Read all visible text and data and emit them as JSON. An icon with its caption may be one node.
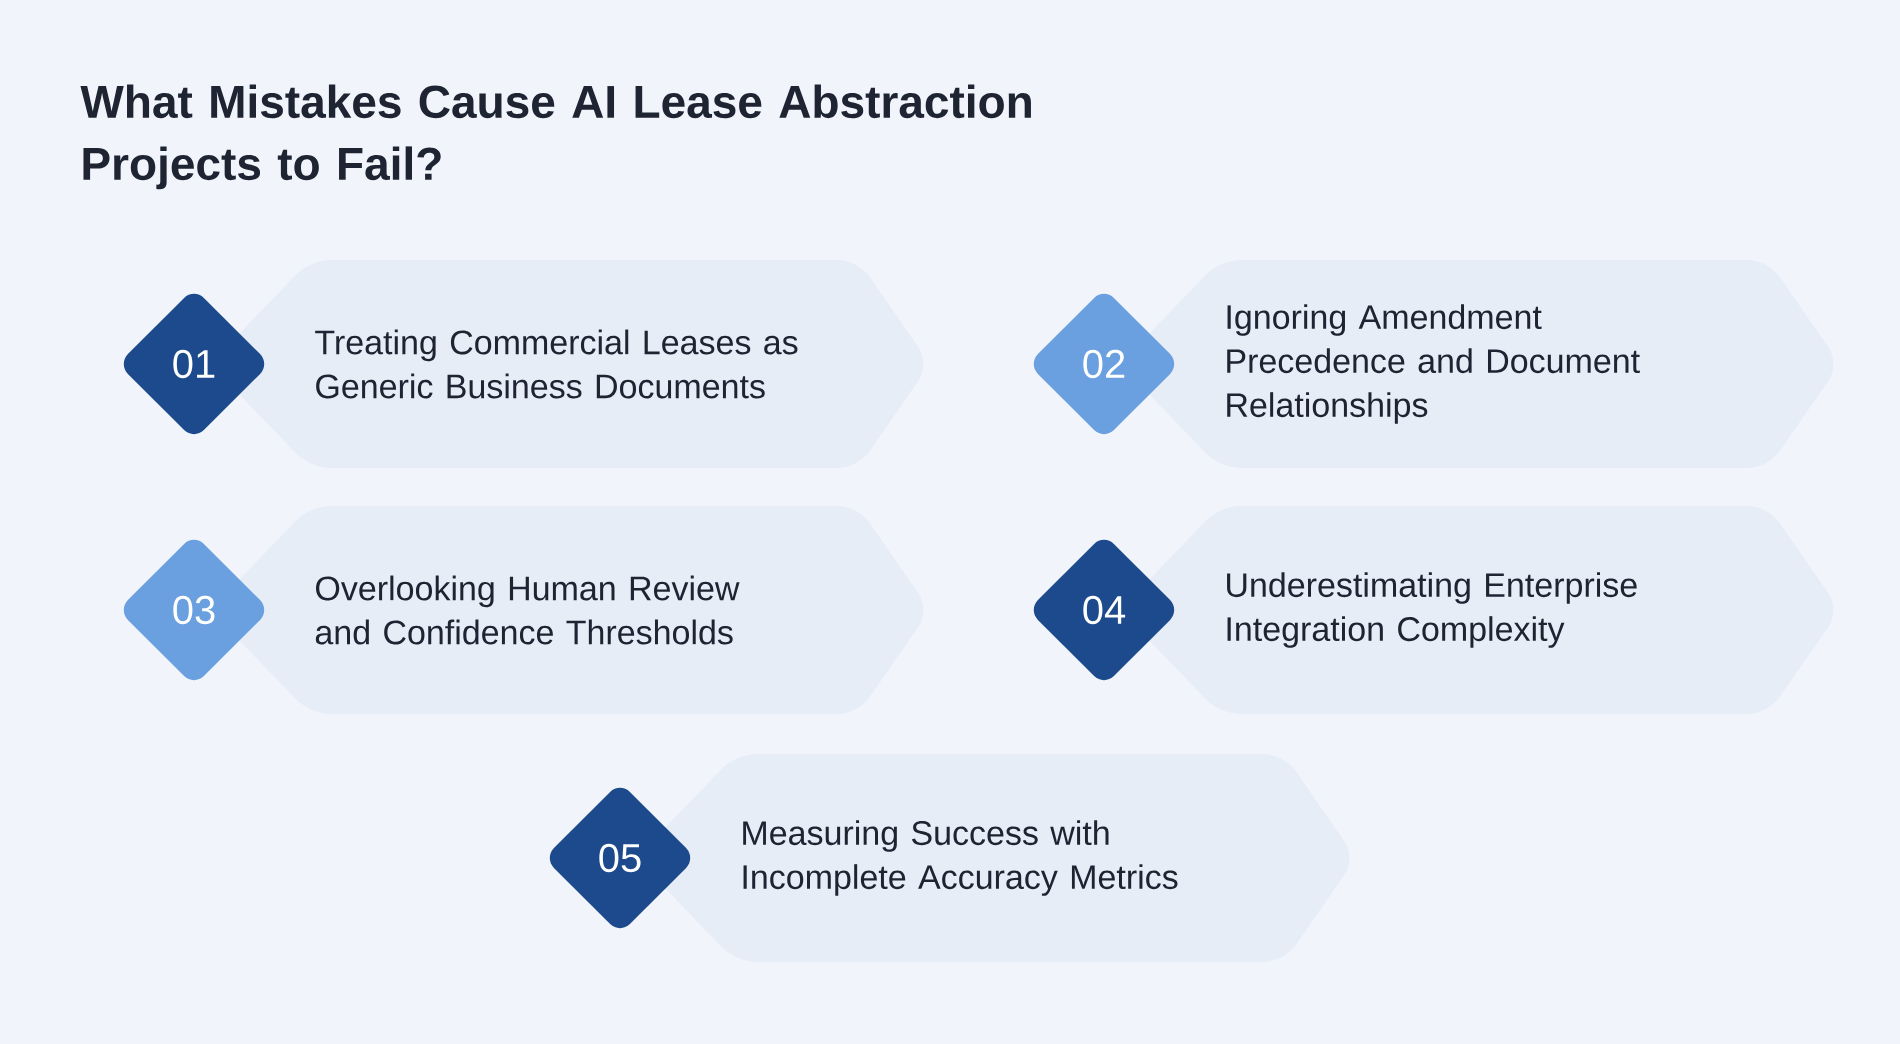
{
  "diagram": {
    "title": "What Mistakes Cause AI Lease Abstraction Projects to Fail?",
    "nodes": [
      {
        "text": [
          "01",
          "Treating Commercial Leases as Generic Business Documents"
        ]
      },
      {
        "text": [
          "02",
          "Ignoring Amendment Precedence and Document Relationships"
        ]
      },
      {
        "text": [
          "03",
          "Overlooking Human Review and Confidence Thresholds"
        ]
      },
      {
        "text": [
          "04",
          "Underestimating Enterprise Integration Complexity"
        ]
      },
      {
        "text": [
          "05",
          "Measuring Success with Incomplete Accuracy Metrics"
        ]
      }
    ]
  }
}
